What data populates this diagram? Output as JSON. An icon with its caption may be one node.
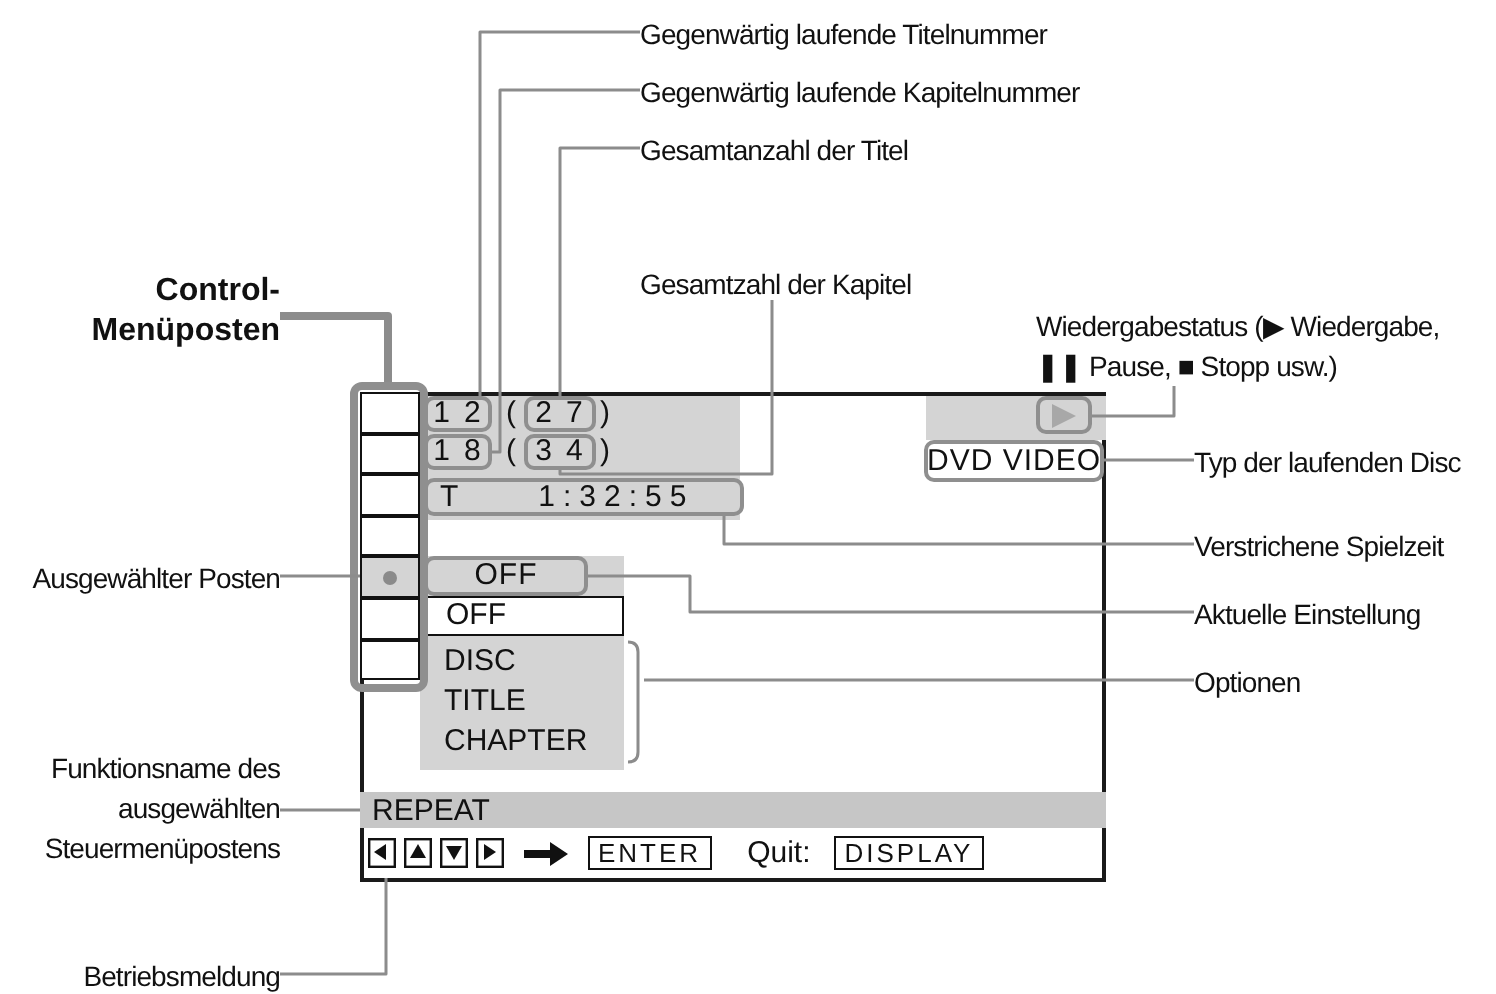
{
  "diagram": {
    "nodes": [
      {
        "text": [
          "Gegenwärtig laufende Titelnummer"
        ]
      },
      {
        "text": [
          "Gegenwärtig laufende Kapitelnummer"
        ]
      },
      {
        "text": [
          "Gesamtanzahl der Titel"
        ]
      },
      {
        "text": [
          "Gesamtzahl der Kapitel"
        ]
      },
      {
        "text": [
          "Wiedergabestatus (▶ Wiedergabe, ❚❚ Pause, ■ Stopp usw.)"
        ]
      },
      {
        "text": [
          "Typ der laufenden Disc"
        ]
      },
      {
        "text": [
          "Verstrichene Spielzeit"
        ]
      },
      {
        "text": [
          "Aktuelle Einstellung"
        ]
      },
      {
        "text": [
          "Optionen"
        ]
      },
      {
        "text": [
          "Control-Menüposten"
        ]
      },
      {
        "text": [
          "Ausgewählter Posten"
        ]
      },
      {
        "text": [
          "Funktionsname des ausgewählten Steuermenüpostens"
        ]
      },
      {
        "text": [
          "Betriebsmeldung"
        ]
      },
      {
        "text": [],
        "shape": "box"
      },
      {
        "text": [],
        "shape": "box"
      },
      {
        "text": [],
        "shape": "box",
        "in": 14
      },
      {
        "text": [
          "12"
        ],
        "in": 13
      },
      {
        "text": [
          "27"
        ],
        "in": 13
      },
      {
        "text": [
          "18"
        ],
        "in": 13
      },
      {
        "text": [
          "34"
        ],
        "in": 13
      },
      {
        "text": [],
        "shape": "box",
        "in": 13
      },
      {
        "text": [
          "DVD VIDEO"
        ],
        "in": 13
      },
      {
        "text": [
          "T",
          "1:32:55"
        ],
        "in": 13
      },
      {
        "text": [
          "OFF"
        ],
        "in": 13
      },
      {
        "text": [
          "OFF",
          "DISC",
          "TITLE",
          "CHAPTER"
        ],
        "in": 13
      },
      {
        "text": [
          "REPEAT"
        ],
        "in": 13
      },
      {
        "text": [
          "ENTER",
          "Quit:",
          "DISPLAY"
        ],
        "in": 13
      }
    ],
    "edges": [
      {
        "from": 0,
        "to": 16,
        "arrow": "none"
      },
      {
        "from": 1,
        "to": 18,
        "arrow": "none"
      },
      {
        "from": 2,
        "to": 17,
        "arrow": "none"
      },
      {
        "from": 3,
        "to": 19,
        "arrow": "none"
      },
      {
        "from": 4,
        "to": 20,
        "arrow": "none"
      },
      {
        "from": 5,
        "to": 21,
        "arrow": "none"
      },
      {
        "from": 6,
        "to": 22,
        "arrow": "none"
      },
      {
        "from": 7,
        "to": 23,
        "arrow": "none"
      },
      {
        "from": 8,
        "to": 24,
        "arrow": "none"
      },
      {
        "from": 9,
        "to": 14,
        "arrow": "none",
        "style": "thick"
      },
      {
        "from": 10,
        "to": 15,
        "arrow": "none"
      },
      {
        "from": 11,
        "to": 25,
        "arrow": "none"
      },
      {
        "from": 12,
        "to": 26,
        "arrow": "none"
      }
    ],
    "labels": [
      "(",
      ")",
      "(",
      ")"
    ]
  }
}
